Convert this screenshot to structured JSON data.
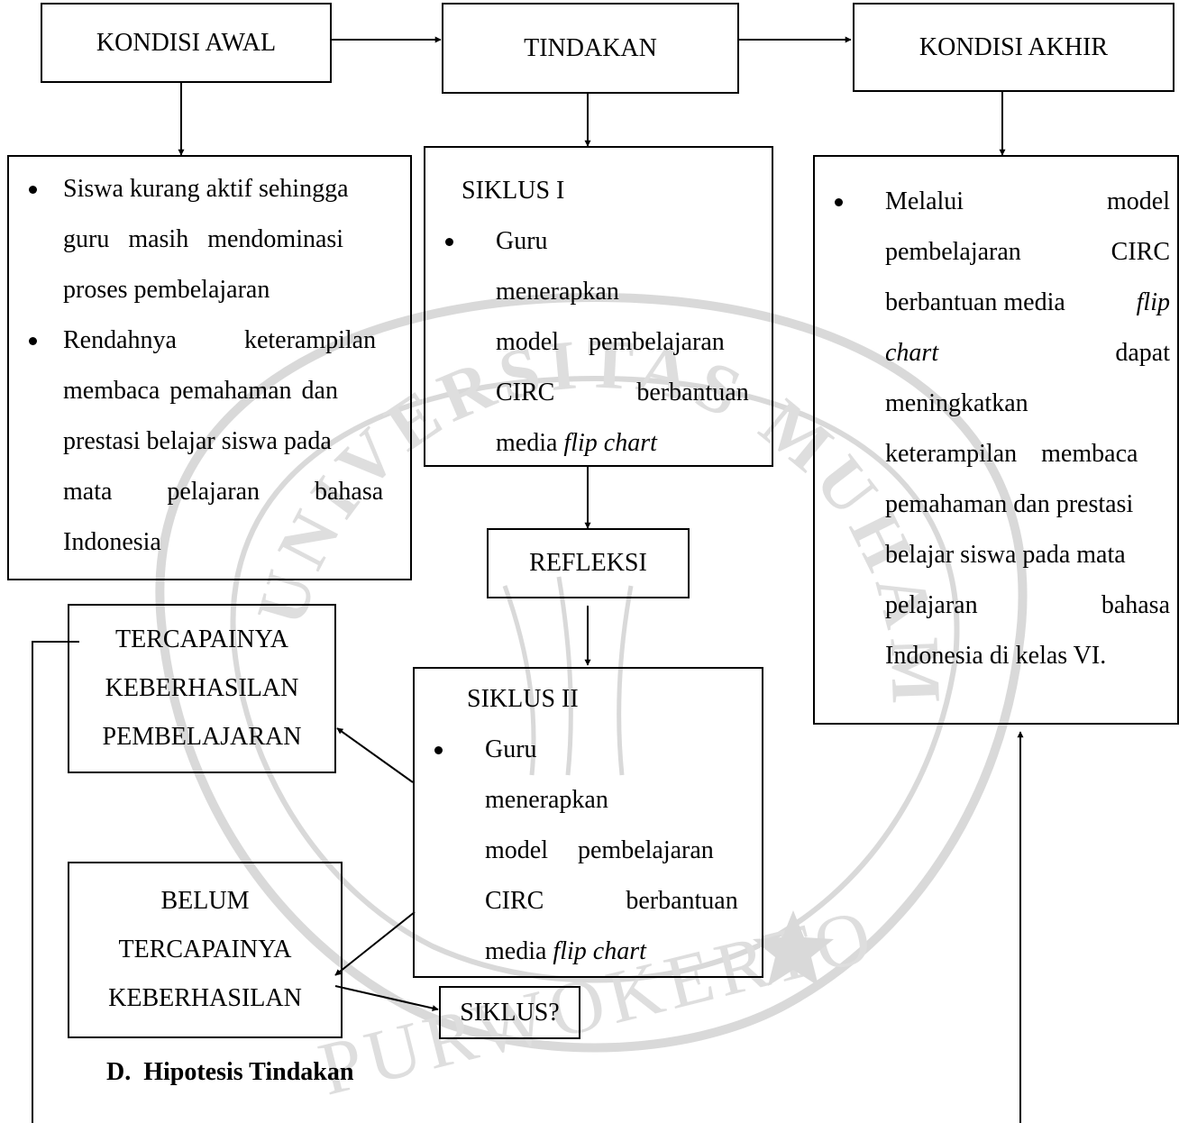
{
  "top": {
    "kondisi_awal": "KONDISI AWAL",
    "tindakan": "TINDAKAN",
    "kondisi_akhir": "KONDISI AKHIR"
  },
  "awal": {
    "b1_lines": [
      "Siswa kurang aktif sehingga",
      "guru masih mendominasi",
      "proses pembelajaran"
    ],
    "b2_lines": [
      "Rendahnya keterampilan",
      "membaca pemahaman dan",
      "prestasi belajar siswa pada",
      "mata pelajaran bahasa",
      "Indonesia"
    ]
  },
  "siklus1": {
    "heading": "SIKLUS I",
    "line1": "Guru menerapkan",
    "line2": "model pembelajaran",
    "line3": "CIRC berbantuan",
    "line4_prefix": "media ",
    "line4_italic": "flip chart"
  },
  "refleksi": "REFLEKSI",
  "siklus2": {
    "heading": "SIKLUS II",
    "line1": "Guru menerapkan",
    "line2": "model pembelajaran",
    "line3": "CIRC berbantuan",
    "line4_prefix": "media ",
    "line4_italic": "flip chart"
  },
  "tercapai": [
    "TERCAPAINYA",
    "KEBERHASILAN",
    "PEMBELAJARAN"
  ],
  "belum": [
    "BELUM",
    "TERCAPAINYA",
    "KEBERHASILAN"
  ],
  "siklus_q": "SIKLUS?",
  "akhir": {
    "l1a": "Melalui",
    "l1b": "model",
    "l2a": "pembelajaran",
    "l2b": "CIRC",
    "l3a": "berbantuan media",
    "l3b": "flip",
    "l4a": "chart",
    "l4b": "dapat",
    "l5": "meningkatkan",
    "l6": "keterampilan membaca",
    "l7": "pemahaman dan prestasi",
    "l8": "belajar siswa pada mata",
    "l9a": "pelajaran",
    "l9b": "bahasa",
    "l10": "Indonesia di kelas VI."
  },
  "section_title": "D.  Hipotesis Tindakan",
  "watermark": {
    "arc_text": "UNIVERSITAS MUHAMMADIYAH",
    "bottom_text": "PURWOKERTO",
    "color": "#d4d4d4"
  }
}
